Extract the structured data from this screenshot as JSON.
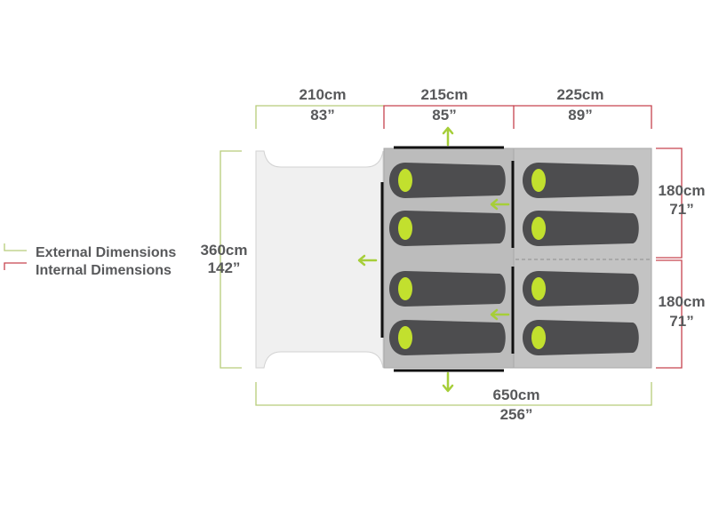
{
  "legend": {
    "external": "External Dimensions",
    "internal": "Internal Dimensions"
  },
  "colors": {
    "external": "#b6cc7a",
    "internal": "#c7434f",
    "porch": "#f0f0f0",
    "room": "#bcbcbc",
    "room_right": "#c3c3c3",
    "bag": "#4d4d4f",
    "pillow": "#c2e02e",
    "arrow": "#a6ce39",
    "text": "#58595b"
  },
  "dimensions": {
    "porch_cm": "210cm",
    "porch_in": "83”",
    "front_cm": "215cm",
    "front_in": "85”",
    "rear_cm": "225cm",
    "rear_in": "89”",
    "height_cm": "360cm",
    "height_in": "142”",
    "bedroom_top_cm": "180cm",
    "bedroom_top_in": "71”",
    "bedroom_bottom_cm": "180cm",
    "bedroom_bottom_in": "71”",
    "total_cm": "650cm",
    "total_in": "256”"
  },
  "sleeping_bags": {
    "count": 8
  }
}
